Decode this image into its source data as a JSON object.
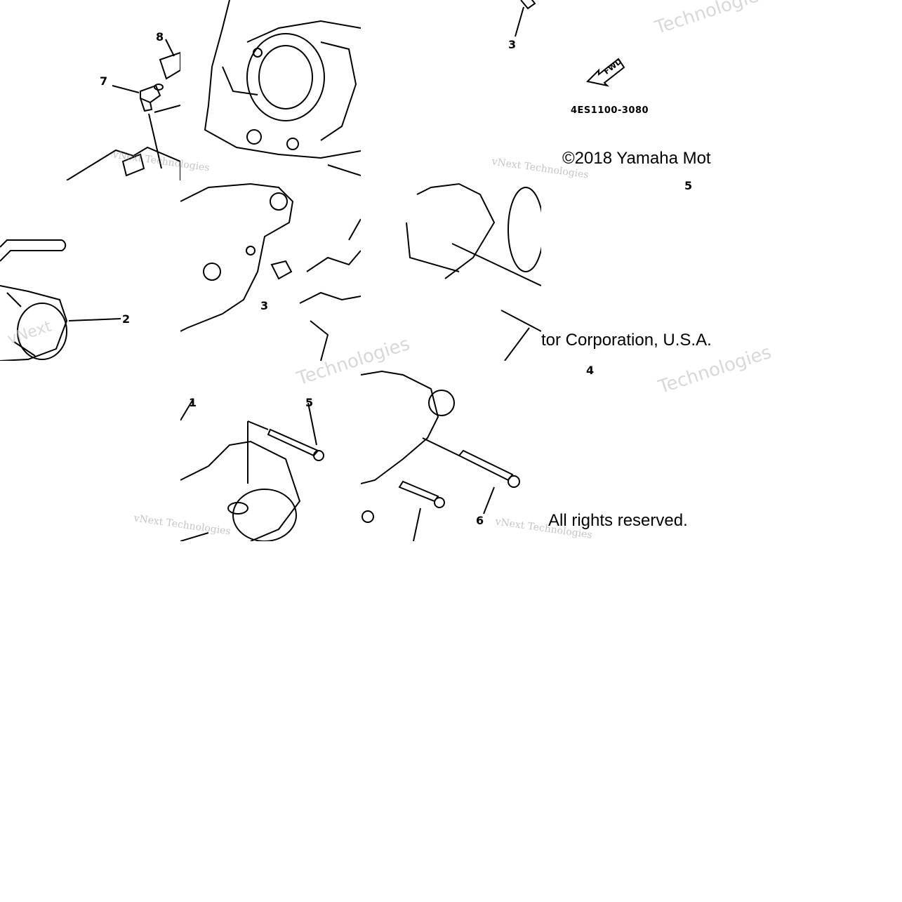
{
  "diagram": {
    "part_code": "4ES1100-3080",
    "fwd_label": "FWD",
    "callouts": {
      "c7": "7",
      "c8": "8",
      "c3a": "3",
      "c2": "2",
      "c3b": "3",
      "c5a": "5",
      "c4": "4",
      "c1": "1",
      "c5b": "5",
      "c6": "6"
    }
  },
  "copyright": {
    "line1": "©2018 Yamaha Mot",
    "line2": "tor Corporation, U.S.A.",
    "line3": "All rights reserved."
  },
  "watermark": {
    "brand_a": "vNext Technologies",
    "brand_b": "Technologies",
    "brand_c": "vNext"
  }
}
